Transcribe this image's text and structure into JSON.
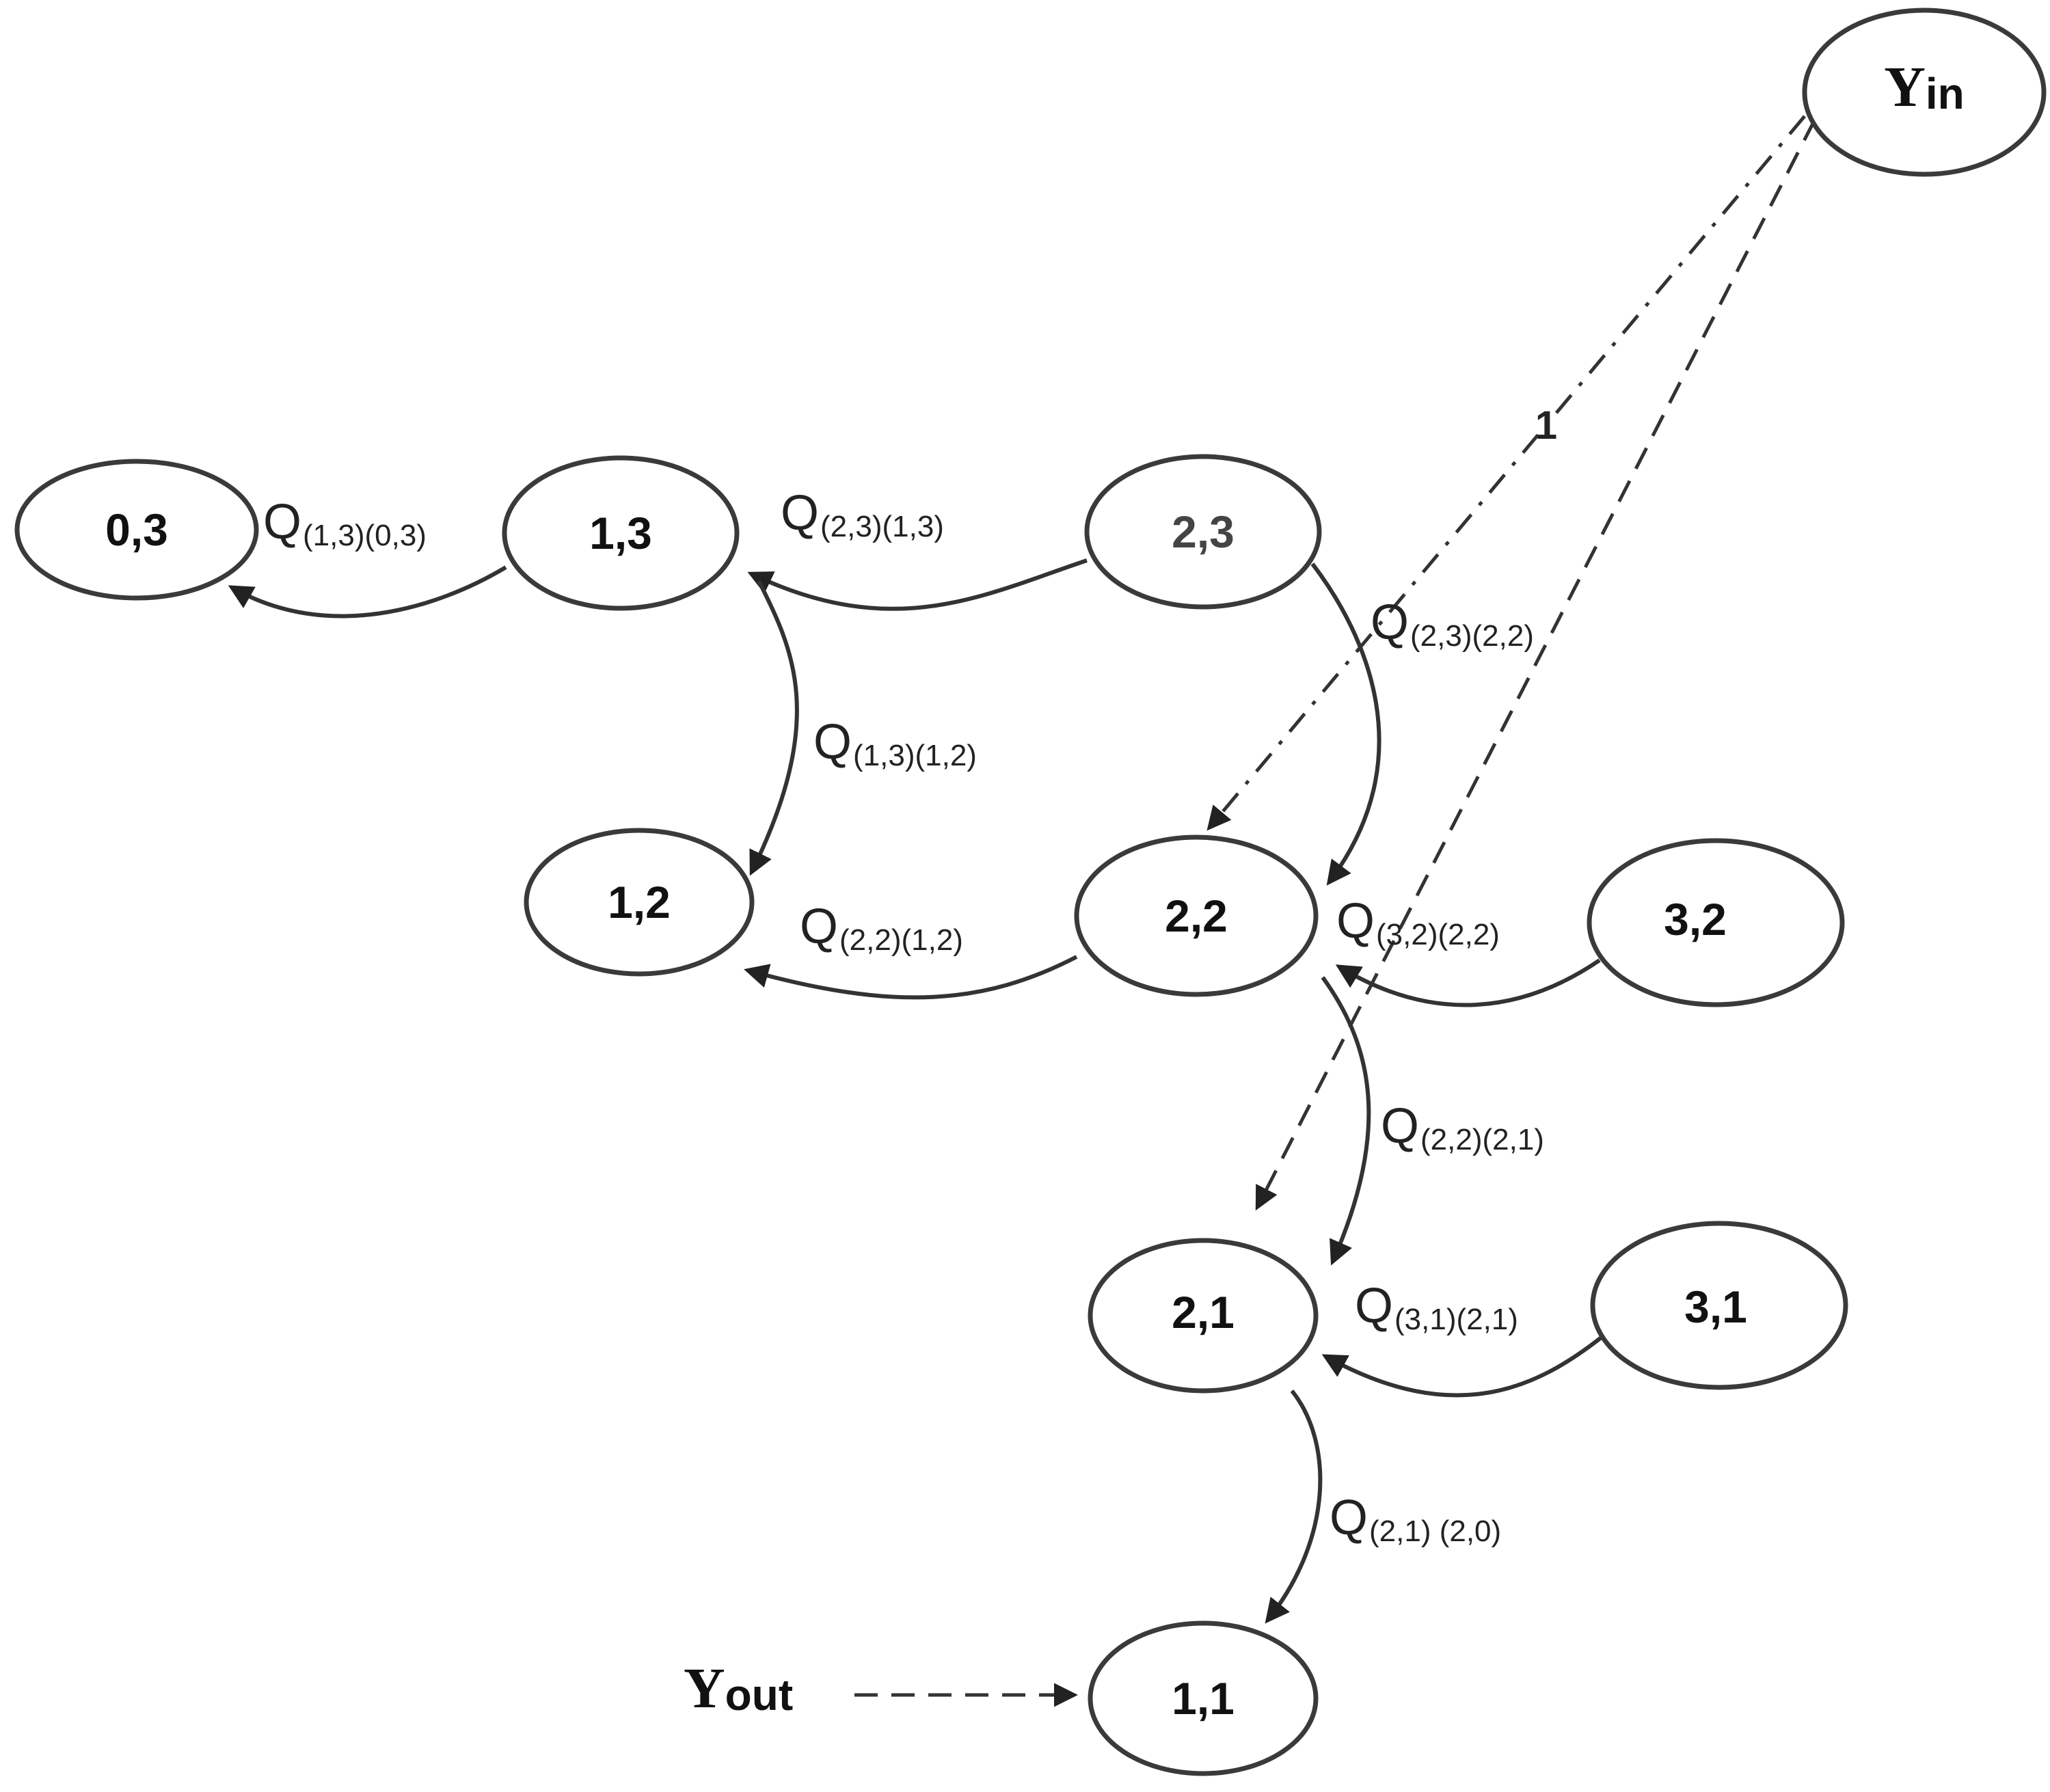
{
  "diagram": {
    "nodes": {
      "n03": {
        "label": "0,3"
      },
      "n13": {
        "label": "1,3"
      },
      "n23": {
        "label": "2,3"
      },
      "n12": {
        "label": "1,2"
      },
      "n22": {
        "label": "2,2"
      },
      "n32": {
        "label": "3,2"
      },
      "n21": {
        "label": "2,1"
      },
      "n31": {
        "label": "3,1"
      },
      "n11": {
        "label": "1,1"
      },
      "yin": {
        "main": "Y",
        "sub": "in"
      }
    },
    "external": {
      "yout": {
        "main": "Y",
        "sub": "out"
      }
    },
    "edges": {
      "e13_03": {
        "q": "Q",
        "sub": "(1,3)(0,3)"
      },
      "e23_13": {
        "q": "Q",
        "sub": "(2,3)(1,3)"
      },
      "e13_12": {
        "q": "Q",
        "sub": "(1,3)(1,2)"
      },
      "e23_22": {
        "q": "Q",
        "sub": "(2,3)(2,2)"
      },
      "e22_12": {
        "q": "Q",
        "sub": "(2,2)(1,2)"
      },
      "e32_22": {
        "q": "Q",
        "sub": "(3,2)(2,2)"
      },
      "e22_21": {
        "q": "Q",
        "sub": "(2,2)(2,1)"
      },
      "e31_21": {
        "q": "Q",
        "sub": "(3,1)(2,1)"
      },
      "e21_11": {
        "q": "Q",
        "sub": "(2,1) (2,0)"
      },
      "yin_22": {
        "label": "1"
      }
    }
  }
}
